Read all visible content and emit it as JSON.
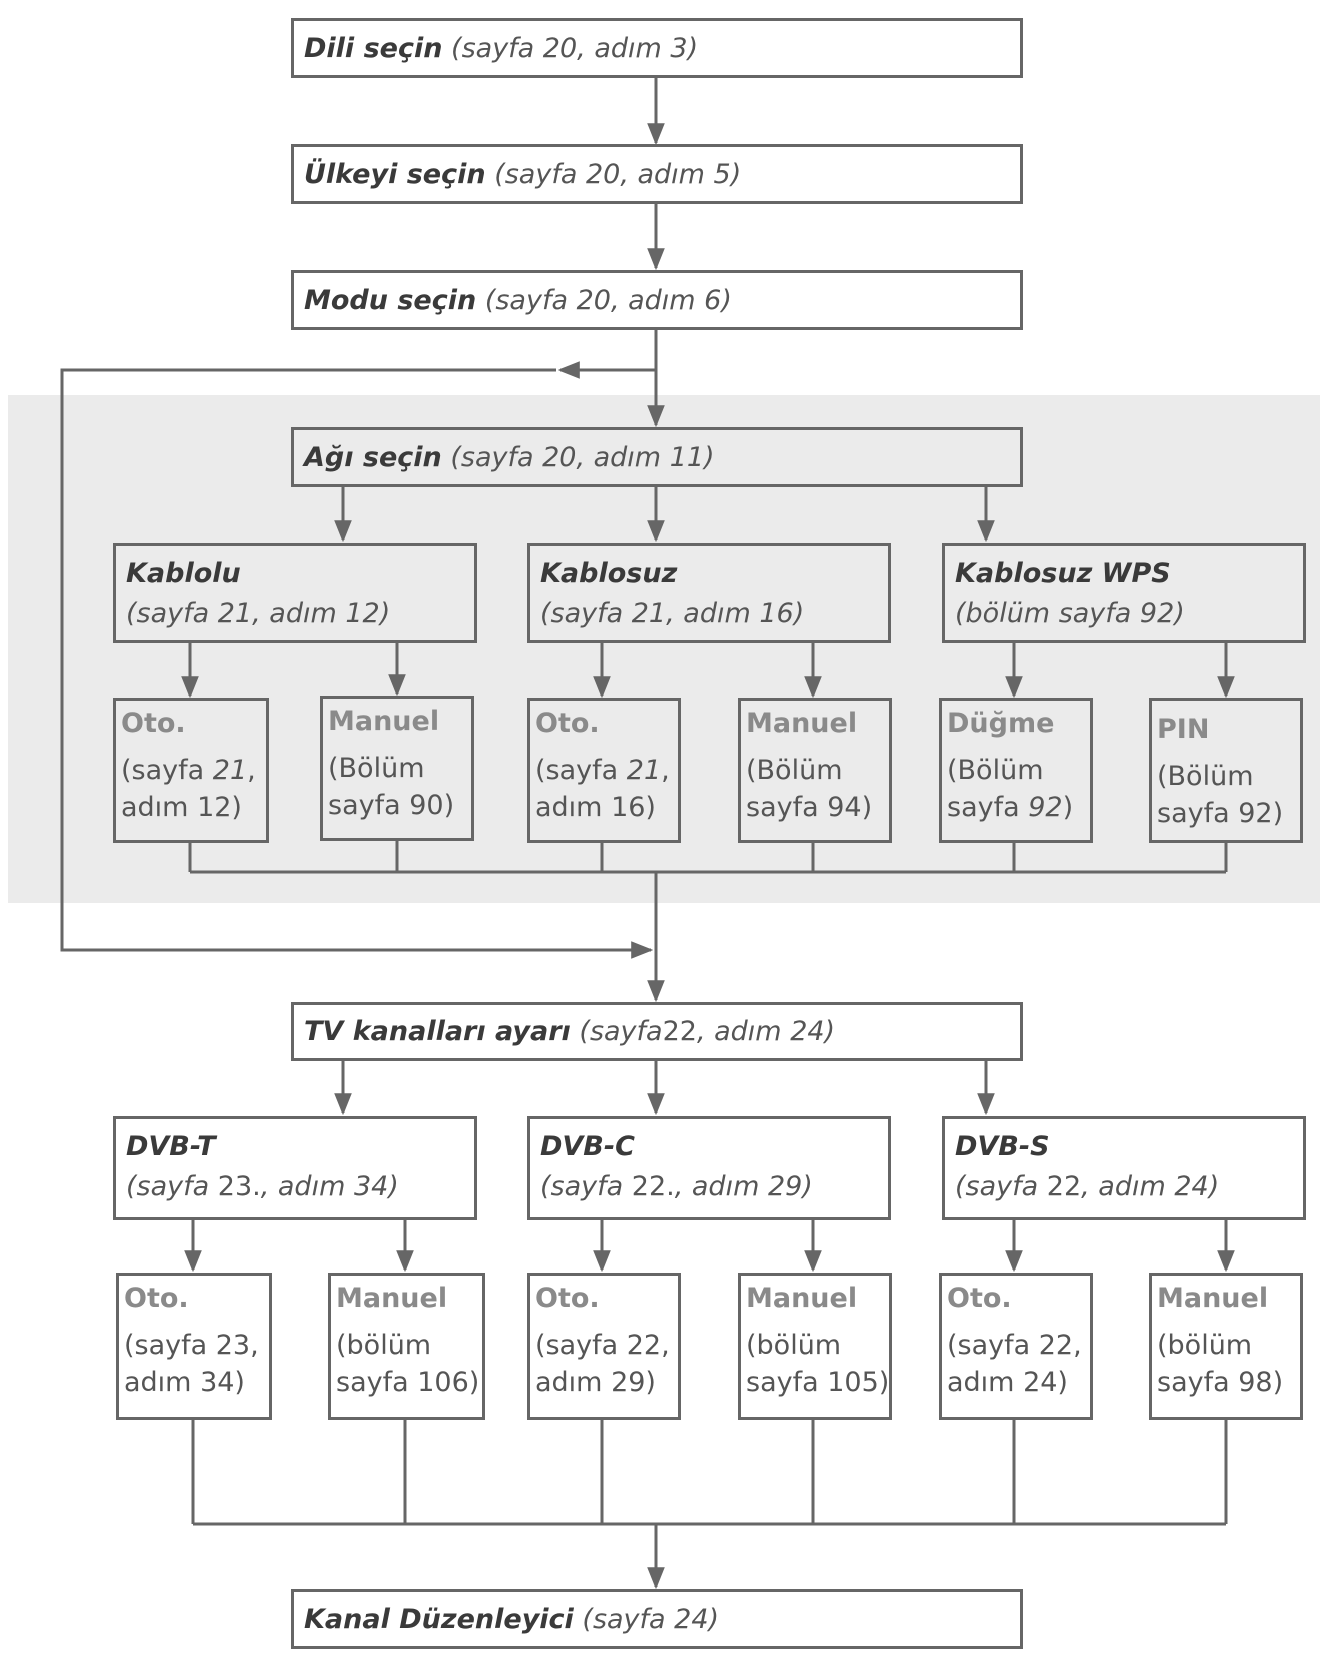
{
  "top": [
    {
      "title": "Dili seçin",
      "ref": "(sayfa 20, adım 3)"
    },
    {
      "title": "Ülkeyi seçin",
      "ref": "(sayfa 20, adım 5)"
    },
    {
      "title": "Modu seçin",
      "ref": "(sayfa 20, adım 6)"
    }
  ],
  "network": {
    "title": "Ağı seçin",
    "ref": "(sayfa 20, adım 11)"
  },
  "network_types": [
    {
      "title": "Kablolu",
      "ref": "(sayfa 21, adım 12)"
    },
    {
      "title": "Kablosuz",
      "ref": "(sayfa 21, adım 16)"
    },
    {
      "title": "Kablosuz WPS",
      "ref": "(bölüm sayfa 92)"
    }
  ],
  "network_leaves": [
    {
      "title": "Oto.",
      "line1a": "(sayfa ",
      "line1b": "21",
      "line1c": ",",
      "line2": "adım 12)"
    },
    {
      "title": "Manuel",
      "line1": "(Bölüm",
      "line2": "sayfa 90)"
    },
    {
      "title": "Oto.",
      "line1a": "(sayfa ",
      "line1b": "21",
      "line1c": ",",
      "line2": "adım 16)"
    },
    {
      "title": "Manuel",
      "line1": "(Bölüm",
      "line2": "sayfa 94)"
    },
    {
      "title": "Düğme",
      "line1": "(Bölüm",
      "line2a": "sayfa ",
      "line2b": "92",
      "line2c": ")"
    },
    {
      "title": "PIN",
      "line1": "(Bölüm",
      "line2": "sayfa 92)"
    }
  ],
  "tv": {
    "title": "TV kanalları ayarı",
    "ref_a": "(sayfa ",
    "ref_b": "22",
    "ref_c": ", adım 24)"
  },
  "tv_types": [
    {
      "title": "DVB-T",
      "ref_a": "(sayfa ",
      "ref_b": "23.",
      "ref_c": ", adım 34)"
    },
    {
      "title": "DVB-C",
      "ref_a": "(sayfa ",
      "ref_b": "22.",
      "ref_c": ", adım 29)"
    },
    {
      "title": "DVB-S",
      "ref_a": "(sayfa ",
      "ref_b": "22",
      "ref_c": ", adım 24)"
    }
  ],
  "tv_leaves": [
    {
      "title": "Oto.",
      "line1": "(sayfa 23,",
      "line2": "adım 34)"
    },
    {
      "title": "Manuel",
      "line1": "(bölüm",
      "line2": "sayfa 106)"
    },
    {
      "title": "Oto.",
      "line1": "(sayfa 22,",
      "line2": "adım 29)"
    },
    {
      "title": "Manuel",
      "line1": "(bölüm",
      "line2": "sayfa 105)"
    },
    {
      "title": "Oto.",
      "line1": "(sayfa 22,",
      "line2": "adım 24)"
    },
    {
      "title": "Manuel",
      "line1": "(bölüm",
      "line2": "sayfa 98)"
    }
  ],
  "final": {
    "title": "Kanal Düzenleyici",
    "ref": "(sayfa 24)"
  }
}
